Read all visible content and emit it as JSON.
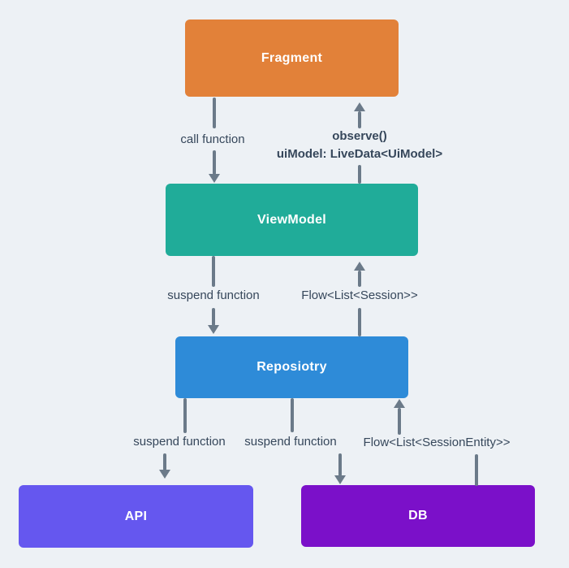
{
  "diagram": {
    "description": "Android app architecture flow diagram"
  },
  "colors": {
    "background": "#edf1f5",
    "connector": "#6b7a89",
    "label_text": "#36475b",
    "node_text": "#ffffff"
  },
  "nodes": {
    "fragment": {
      "label": "Fragment",
      "color": "#e28139"
    },
    "viewmodel": {
      "label": "ViewModel",
      "color": "#20ac99"
    },
    "repository": {
      "label": "Reposiotry",
      "color": "#2e8bd8"
    },
    "api": {
      "label": "API",
      "color": "#6557ef"
    },
    "db": {
      "label": "DB",
      "color": "#7b10c9"
    }
  },
  "edges": {
    "fragment_to_viewmodel": {
      "label": "call function",
      "direction": "down"
    },
    "viewmodel_to_fragment": {
      "label_line1": "observe()",
      "label_line2": "uiModel: LiveData<UiModel>",
      "direction": "up"
    },
    "viewmodel_to_repository": {
      "label": "suspend function",
      "direction": "down"
    },
    "repository_to_viewmodel": {
      "label": "Flow<List<Session>>",
      "direction": "up"
    },
    "repository_to_api": {
      "label": "suspend function",
      "direction": "down"
    },
    "repository_to_db": {
      "label": "suspend function",
      "direction": "down"
    },
    "db_to_repository": {
      "label": "Flow<List<SessionEntity>>",
      "direction": "up"
    }
  }
}
